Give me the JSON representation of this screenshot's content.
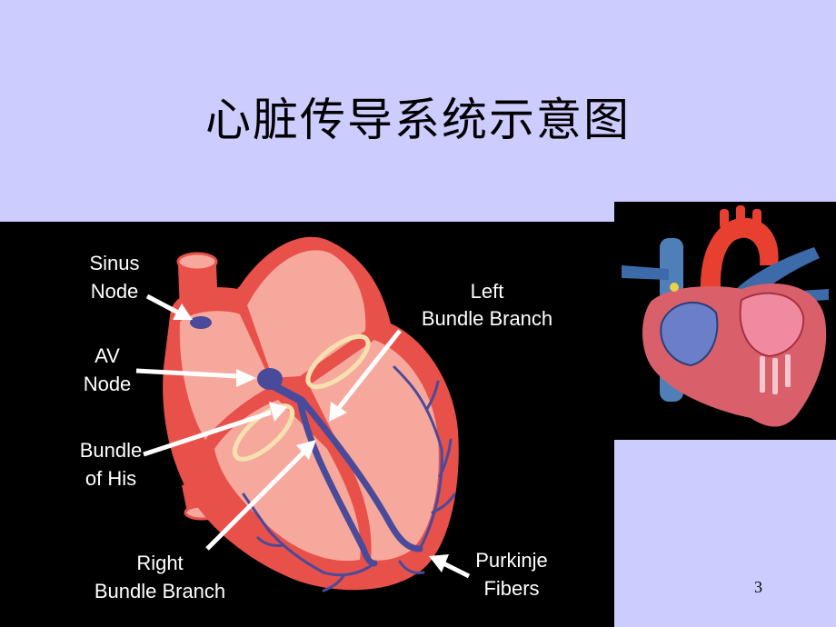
{
  "slide": {
    "title": "心脏传导系统示意图",
    "page_number": "3"
  },
  "diagram": {
    "labels": {
      "sinus_node": [
        "Sinus",
        "Node"
      ],
      "av_node": [
        "AV",
        "Node"
      ],
      "bundle_of_his": [
        "Bundle",
        "of His"
      ],
      "right_bundle_branch": [
        "Right",
        "Bundle Branch"
      ],
      "left_bundle_branch": [
        "Left",
        "Bundle Branch"
      ],
      "purkinje_fibers": [
        "Purkinje",
        "Fibers"
      ]
    }
  },
  "colors": {
    "background": "#ccccff",
    "figure_background": "#000000",
    "heart_wall": "#e8504a",
    "heart_chamber": "#f7a89c",
    "conduction": "#4a4a9a",
    "ring": "#f6e0b0",
    "label": "#ffffff"
  }
}
